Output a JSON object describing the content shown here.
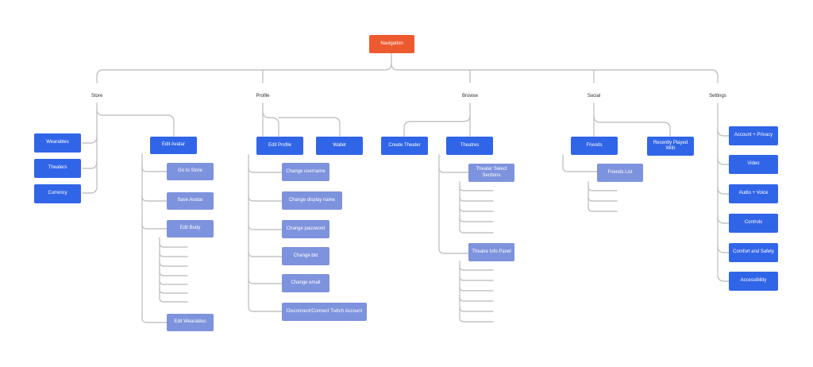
{
  "root": {
    "label": "Navigation"
  },
  "categories": {
    "store": "Store",
    "profile": "Profile",
    "browse": "Browse",
    "social": "Social",
    "settings": "Settings"
  },
  "store": {
    "wearables": "Wearables",
    "theaters": "Theaters",
    "currency": "Currency",
    "edit_avatar": "Edit Avatar",
    "edit_avatar_items": {
      "go_to_store": "Go to Store",
      "save_avatar": "Save Avatar",
      "edit_body": "Edit Body",
      "edit_wearables": "Edit Wearables"
    }
  },
  "profile": {
    "edit_profile": "Edit Profile",
    "wallet": "Wallet",
    "items": {
      "change_username": "Change username",
      "change_display_name": "Change display name",
      "change_password": "Change password",
      "change_bio": "Change bio",
      "change_email": "Change email",
      "disconnect_twitch": "Disconnect/Connect Twitch Account"
    }
  },
  "browse": {
    "create_theater": "Create Theater",
    "theatres": "Theatres",
    "theater_select_sections": "Theater Select Sections",
    "theatre_info_panel": "Theatre Info Panel"
  },
  "social": {
    "friends": "Friends",
    "recently_played_with": "Recently Played With",
    "friends_list": "Friends List"
  },
  "settings": {
    "account_privacy": "Account + Privacy",
    "video": "Video",
    "audio_voice": "Audio + Voice",
    "controls": "Controls",
    "comfort_safety": "Comfort and Safety",
    "accessibility": "Accessibility"
  },
  "colors": {
    "root": "#ee5a2f",
    "primary": "#3165e8",
    "secondary": "#7e93dd",
    "connector": "#c4c4c4"
  }
}
